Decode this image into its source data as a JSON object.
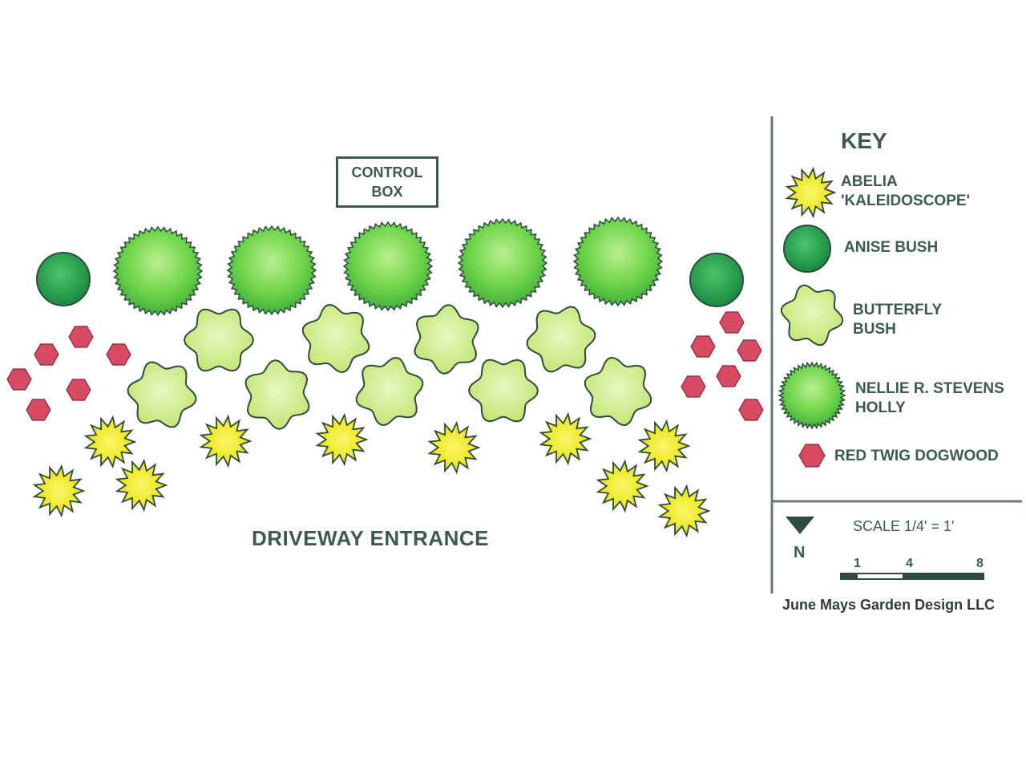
{
  "plan": {
    "control_box_label": "CONTROL\nBOX",
    "driveway_label": "DRIVEWAY ENTRANCE"
  },
  "key": {
    "title": "KEY",
    "items": [
      {
        "label": "ABELIA\n'KALEIDOSCOPE'",
        "icon": "abelia-icon"
      },
      {
        "label": "ANISE BUSH",
        "icon": "anise-bush-icon"
      },
      {
        "label": "BUTTERFLY\nBUSH",
        "icon": "butterfly-bush-icon"
      },
      {
        "label": "NELLIE R. STEVENS\nHOLLY",
        "icon": "holly-icon"
      },
      {
        "label": "RED TWIG DOGWOOD",
        "icon": "dogwood-icon"
      }
    ]
  },
  "compass": {
    "label": "N"
  },
  "scale": {
    "label": "SCALE 1/4' = 1'",
    "ticks": [
      "1",
      "4",
      "8"
    ]
  },
  "credit": "June Mays Garden Design LLC",
  "colors": {
    "abelia": "#f2ee1c",
    "anise": "#1f9a49",
    "butterfly": "#cdeb85",
    "holly": "#69d24a",
    "dogwood": "#d94a63",
    "ink": "#3b5a50"
  }
}
